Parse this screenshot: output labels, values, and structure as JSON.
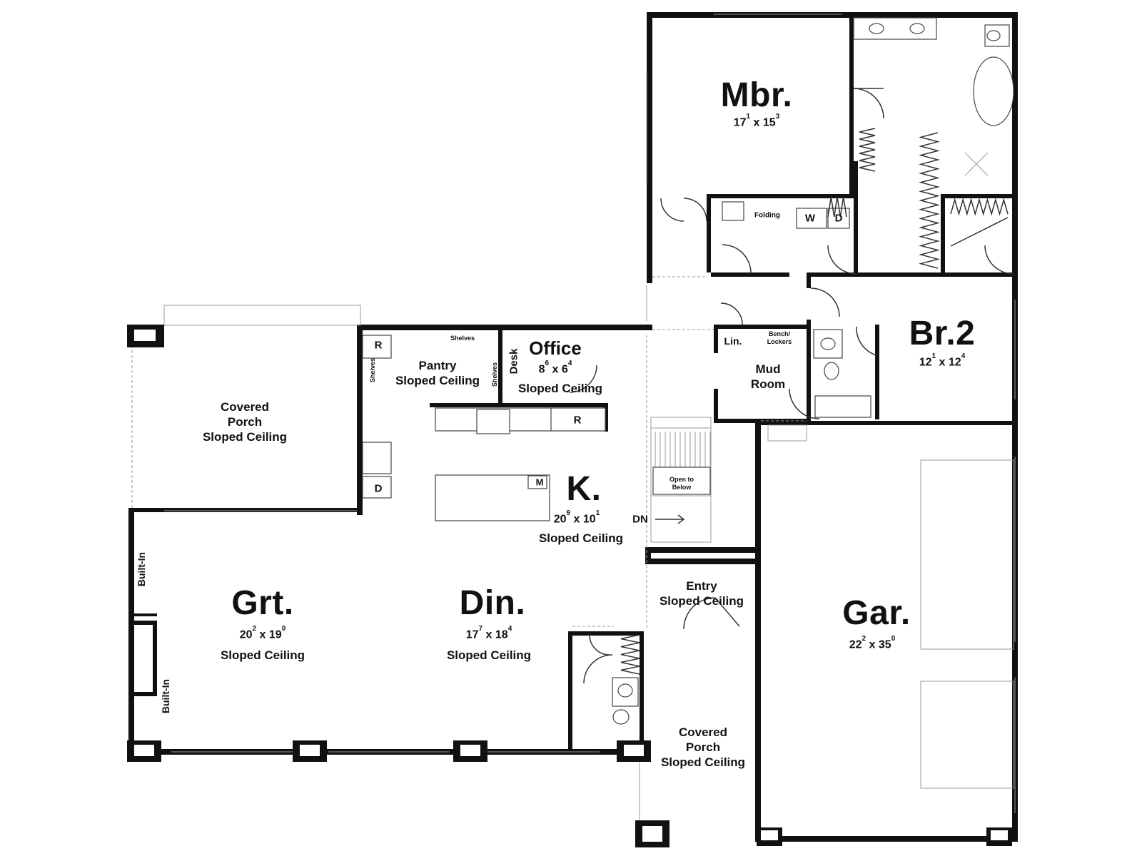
{
  "rooms": {
    "mbr": {
      "name": "Mbr.",
      "w": "17",
      "wi": "1",
      "h": "15",
      "hi": "3"
    },
    "br2": {
      "name": "Br.2",
      "w": "12",
      "wi": "1",
      "h": "12",
      "hi": "4"
    },
    "office": {
      "name": "Office",
      "w": "8",
      "wi": "6",
      "h": "6",
      "hi": "4",
      "ceiling": "Sloped Ceiling"
    },
    "pantry": {
      "name": "Pantry",
      "ceiling": "Sloped Ceiling"
    },
    "kitchen": {
      "name": "K.",
      "w": "20",
      "wi": "9",
      "h": "10",
      "hi": "1",
      "ceiling": "Sloped Ceiling"
    },
    "great": {
      "name": "Grt.",
      "w": "20",
      "wi": "2",
      "h": "19",
      "hi": "0",
      "ceiling": "Sloped Ceiling"
    },
    "dining": {
      "name": "Din.",
      "w": "17",
      "wi": "7",
      "h": "18",
      "hi": "4",
      "ceiling": "Sloped Ceiling"
    },
    "garage": {
      "name": "Gar.",
      "w": "22",
      "wi": "2",
      "h": "35",
      "hi": "0"
    },
    "porch_west": {
      "line1": "Covered",
      "line2": "Porch",
      "line3": "Sloped Ceiling"
    },
    "porch_front": {
      "line1": "Covered",
      "line2": "Porch",
      "line3": "Sloped Ceiling"
    },
    "entry": {
      "line1": "Entry",
      "line2": "Sloped Ceiling"
    },
    "mud": {
      "line1": "Mud",
      "line2": "Room"
    }
  },
  "labels": {
    "folding": "Folding",
    "washer": "W",
    "dryer": "D",
    "linen": "Lin.",
    "bench_lockers_1": "Bench/",
    "bench_lockers_2": "Lockers",
    "open_below_1": "Open to",
    "open_below_2": "Below",
    "down": "DN",
    "shelves": "Shelves",
    "desk": "Desk",
    "refrigerator": "R",
    "dishwasher": "D",
    "microwave": "M",
    "built_in": "Built-In",
    "x": "x"
  }
}
